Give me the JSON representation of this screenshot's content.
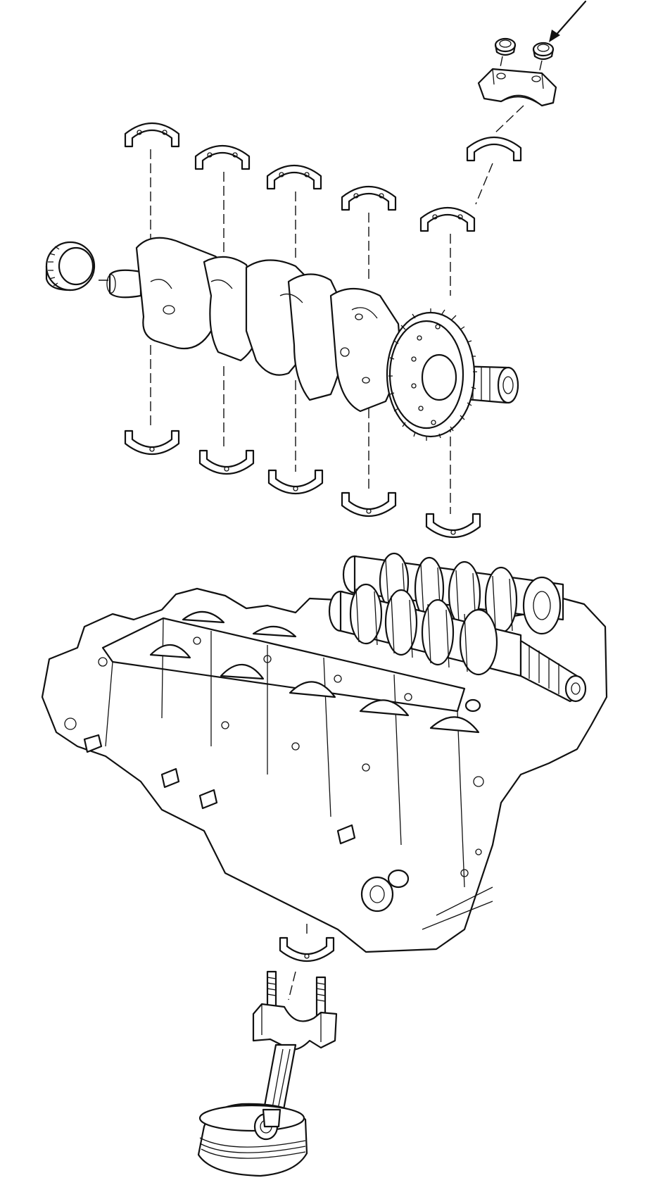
{
  "diagram": {
    "kind": "exploded-assembly",
    "line_color": "#111111",
    "background": "#ffffff",
    "parts": [
      "pointer-arrow",
      "cap-nut",
      "bearing-cap",
      "upper-main-bearing-shell",
      "crankshaft",
      "needle-roller-bearing",
      "crank-gear",
      "lower-main-bearing-shell",
      "crankcase",
      "gearbox-shaft",
      "connecting-rod-bearing-shell",
      "connecting-rod",
      "piston"
    ]
  }
}
